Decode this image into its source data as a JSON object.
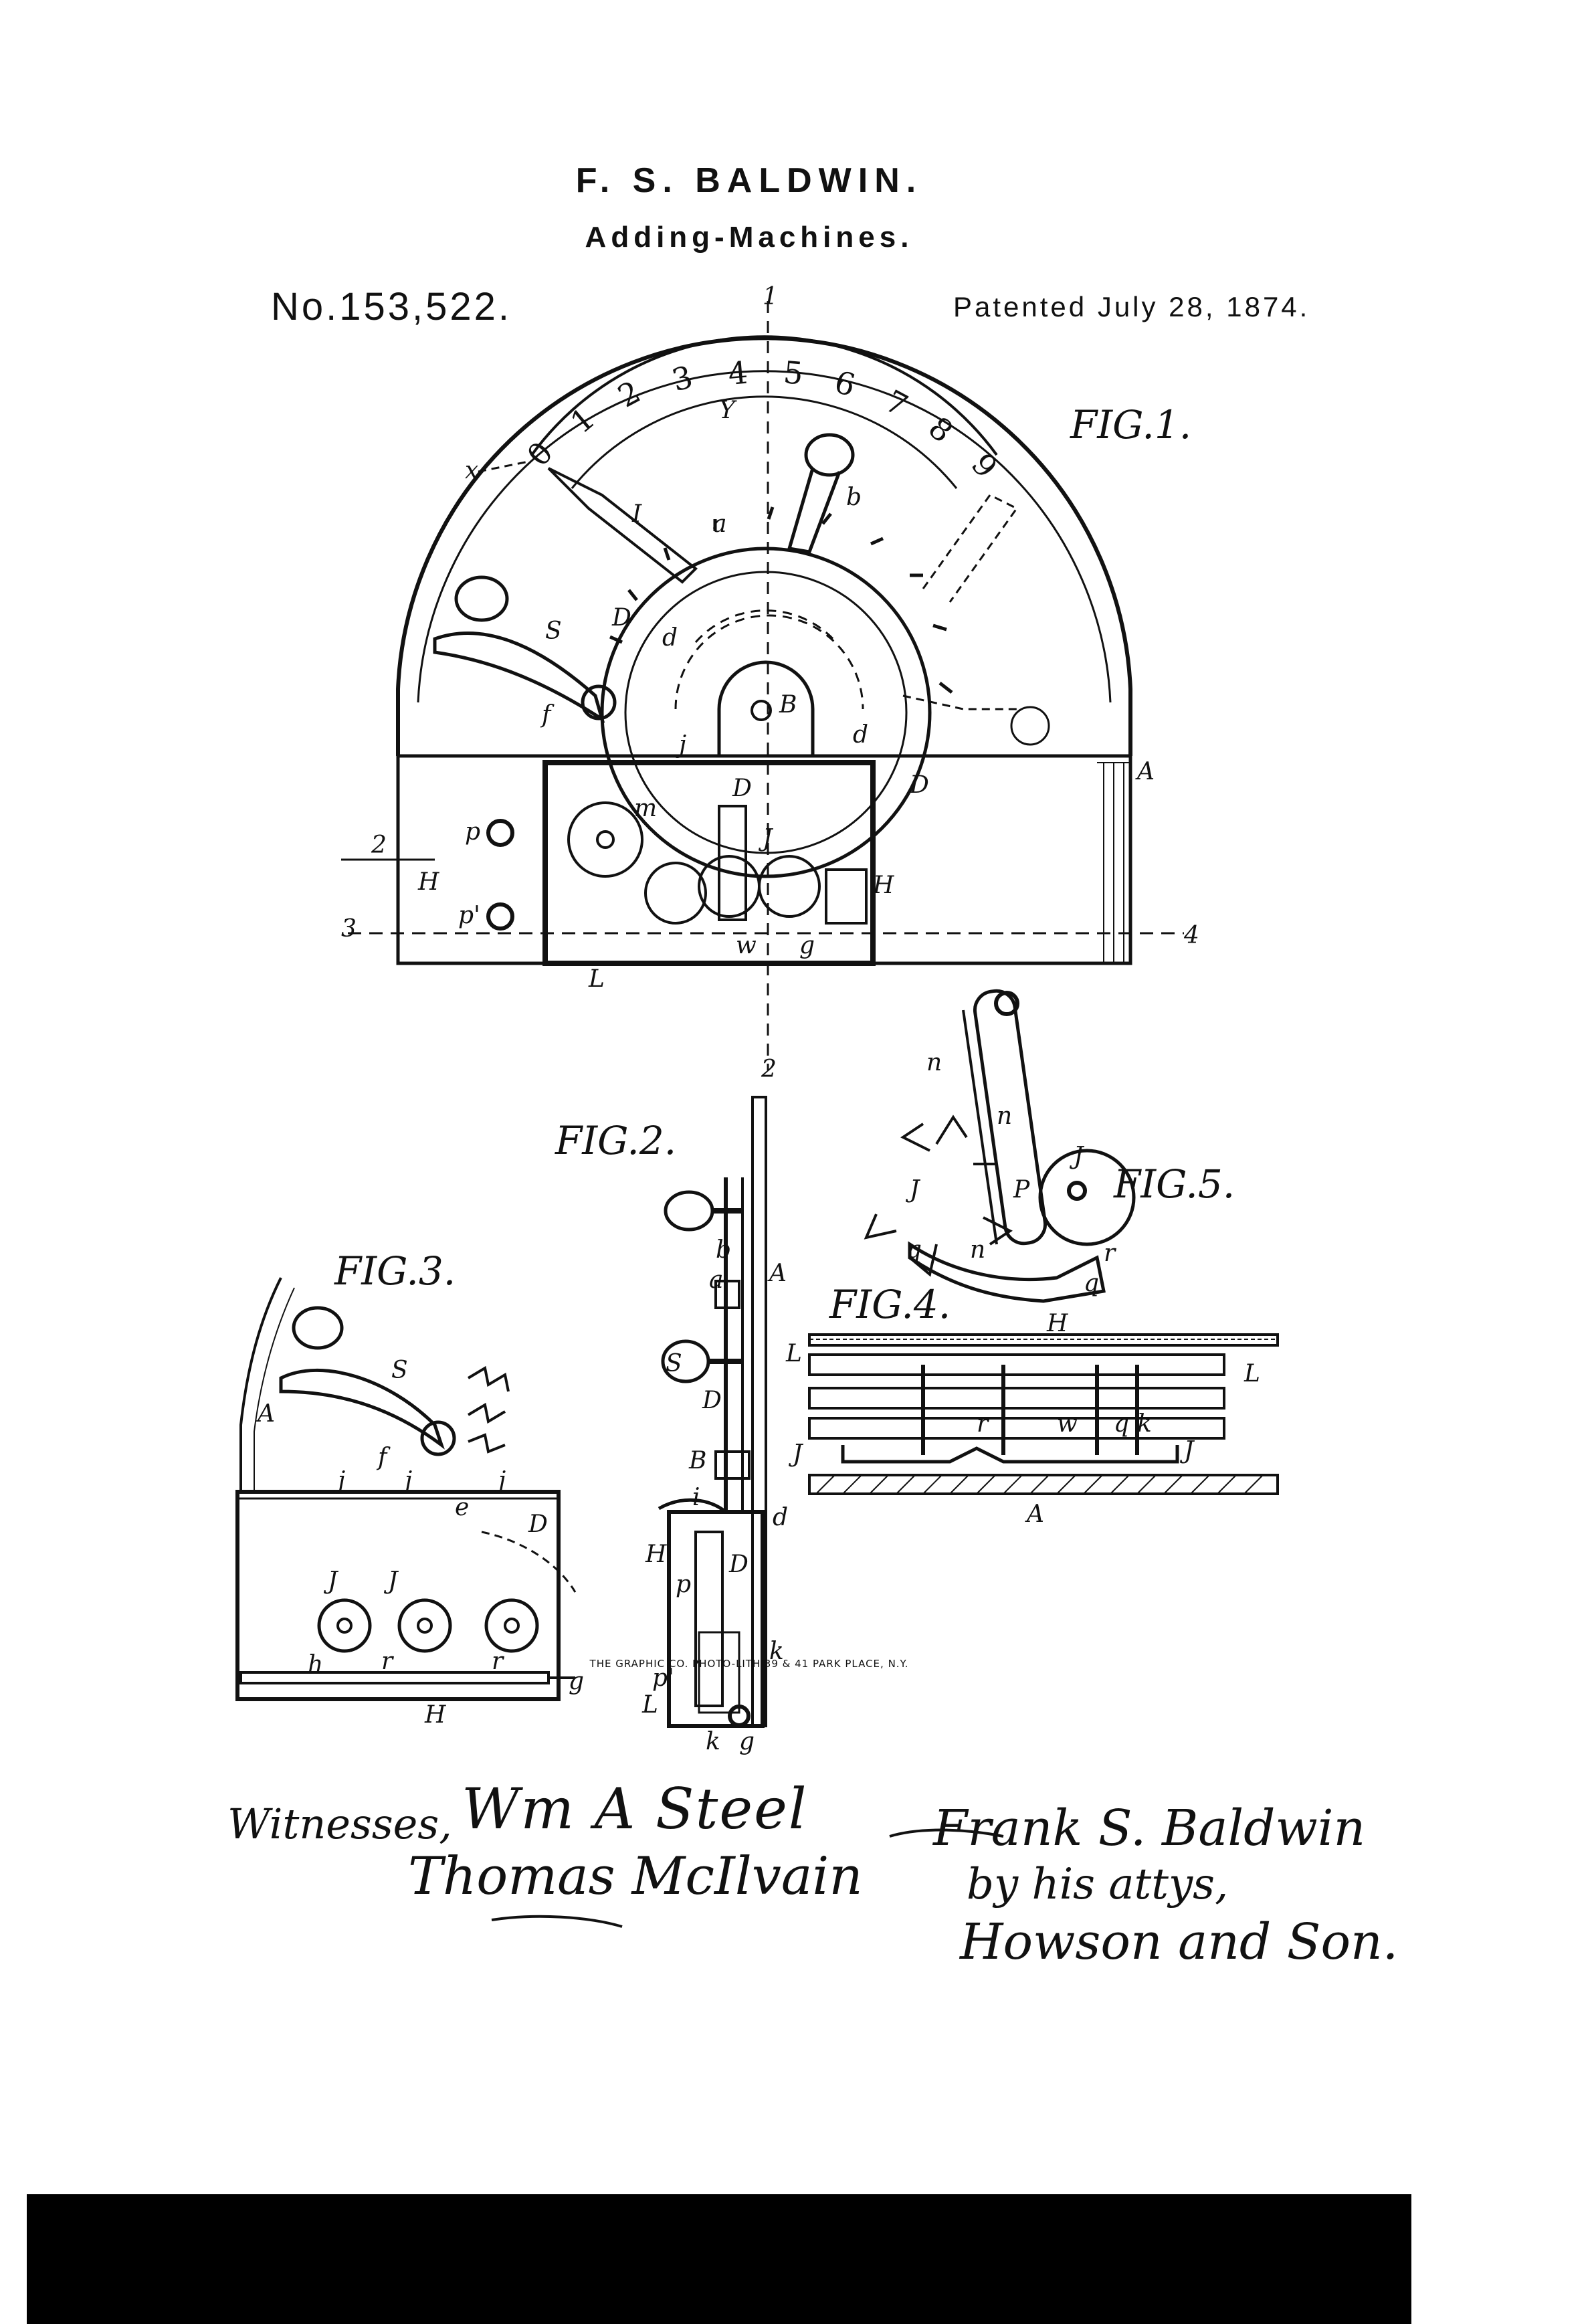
{
  "header": {
    "inventor": "F. S. BALDWIN.",
    "title": "Adding-Machines.",
    "patent_number": "No.153,522.",
    "patent_date": "Patented July 28, 1874."
  },
  "figures": {
    "fig1": "FIG.1.",
    "fig2": "FIG.2.",
    "fig3": "FIG.3.",
    "fig4": "FIG.4.",
    "fig5": "FIG.5."
  },
  "dial_digits": [
    "0",
    "1",
    "2",
    "3",
    "4",
    "5",
    "6",
    "7",
    "8",
    "9"
  ],
  "reference_letters": {
    "fig1": [
      "x",
      "Y",
      "I",
      "a",
      "b",
      "S",
      "f",
      "D",
      "d",
      "B",
      "A",
      "j",
      "m",
      "D",
      "d",
      "p",
      "p'",
      "H",
      "H",
      "J",
      "L",
      "g",
      "w",
      "D",
      "2",
      "3",
      "4",
      "1",
      "2"
    ],
    "fig2": [
      "b",
      "a",
      "A",
      "S",
      "D",
      "B",
      "i",
      "d",
      "H",
      "D",
      "p",
      "k",
      "p'",
      "L",
      "k",
      "g"
    ],
    "fig3": [
      "A",
      "S",
      "f",
      "e",
      "D",
      "j",
      "j",
      "j",
      "J",
      "J",
      "r",
      "r",
      "h",
      "H",
      "g"
    ],
    "fig4": [
      "H",
      "L",
      "L",
      "J",
      "J",
      "r",
      "w",
      "q",
      "k",
      "A"
    ],
    "fig5": [
      "n",
      "n",
      "J",
      "J",
      "P",
      "n",
      "q",
      "r",
      "q"
    ]
  },
  "signatures": {
    "witnesses_label": "Witnesses,",
    "witness_1": "Wm A Steel",
    "witness_2": "Thomas McIlvain",
    "inventor": "Frank S. Baldwin",
    "by_attys": "by his attys,",
    "attorneys": "Howson and Son."
  },
  "imprint": "THE GRAPHIC CO. PHOTO-LITH.39 & 41 PARK PLACE, N.Y."
}
